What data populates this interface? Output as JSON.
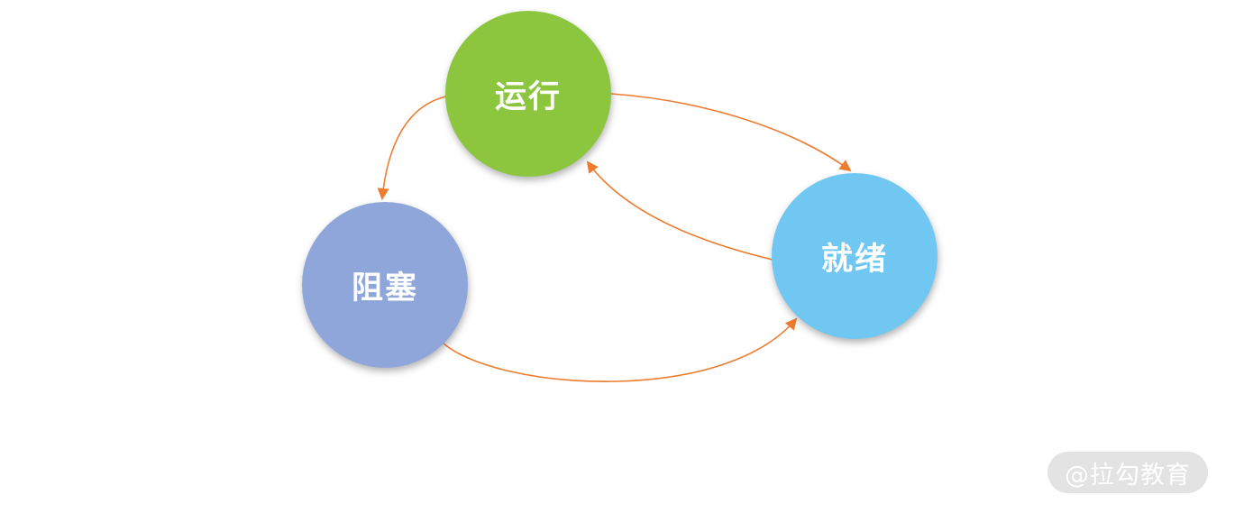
{
  "diagram": {
    "description": "thread state transition diagram",
    "nodes": [
      {
        "id": "running",
        "label": "运行",
        "color": "#8CC63F"
      },
      {
        "id": "blocked",
        "label": "阻塞",
        "color": "#8FA6DB"
      },
      {
        "id": "ready",
        "label": "就绪",
        "color": "#70C7F2"
      }
    ],
    "edges": [
      {
        "from": "running",
        "to": "blocked"
      },
      {
        "from": "running",
        "to": "ready"
      },
      {
        "from": "ready",
        "to": "running"
      },
      {
        "from": "blocked",
        "to": "ready"
      }
    ],
    "arrow_color": "#EE7C30"
  },
  "watermark": {
    "label": "@拉勾教育",
    "background": "#E3E3E3",
    "text_color": "#FFFFFF"
  }
}
